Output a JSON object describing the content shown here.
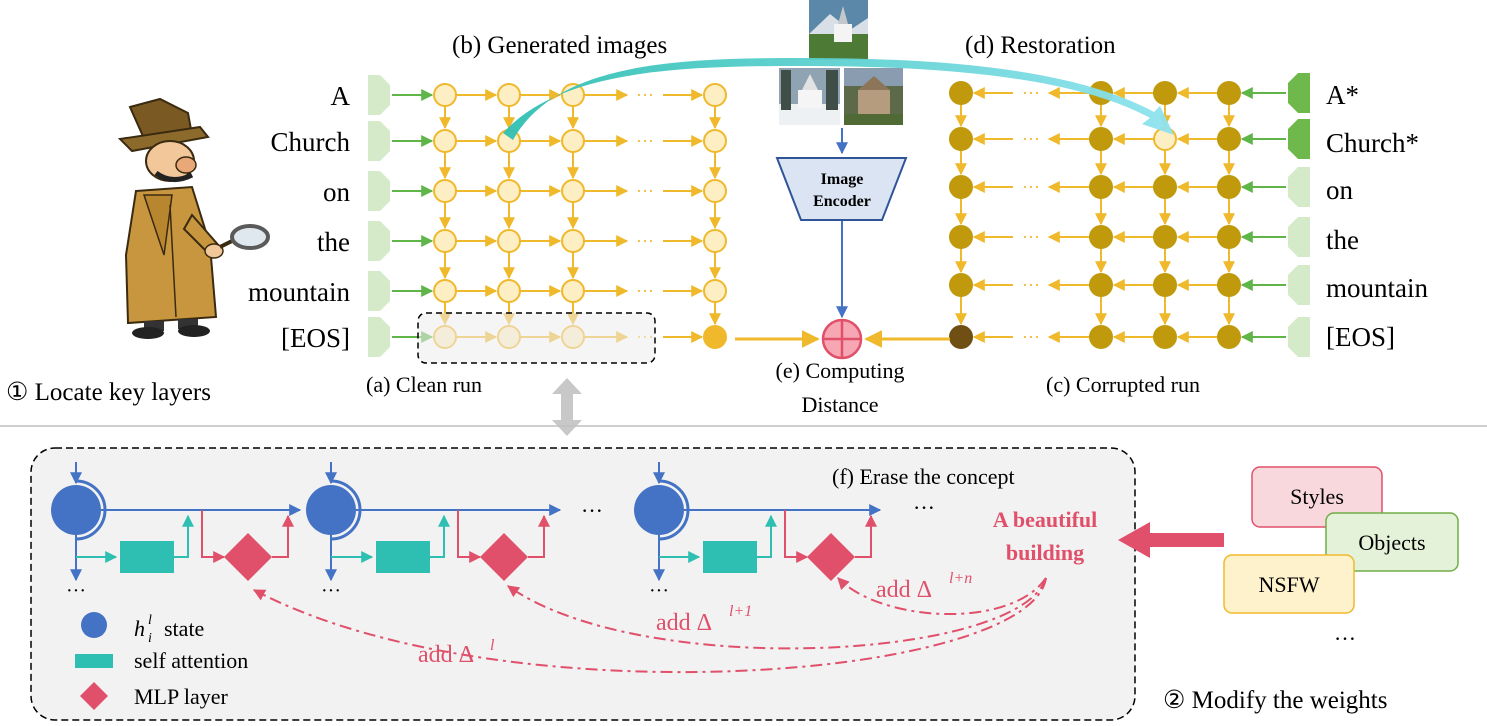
{
  "section1_title": "① Locate key layers",
  "section2_title": "② Modify the weights",
  "tokens_clean": [
    "A",
    "Church",
    "on",
    "the",
    "mountain",
    "[EOS]"
  ],
  "tokens_corrupted": [
    "A*",
    "Church*",
    "on",
    "the",
    "mountain",
    "[EOS]"
  ],
  "labels": {
    "generated": "(b) Generated images",
    "restoration": "(d) Restoration",
    "clean_run": "(a) Clean run",
    "corrupted_run": "(c) Corrupted  run",
    "computing_line1": "(e) Computing",
    "computing_line2": "Distance",
    "encoder_line1": "Image",
    "encoder_line2": "Encoder",
    "ellipsis": "···",
    "erase": "(f) Erase the concept",
    "concept_line1": "A beautiful",
    "concept_line2": "building"
  },
  "legend": {
    "state_math": "h",
    "state_sup": "l",
    "state_sub": "i",
    "state_text": "state",
    "attention": "self attention",
    "mlp": "MLP layer"
  },
  "deltas": {
    "prefix": "add Δ",
    "d1_sup": "l",
    "d2_sup": "l+1",
    "d3_sup": "l+n"
  },
  "categories": [
    "Styles",
    "Objects",
    "NSFW"
  ],
  "categories_more": "…",
  "colors": {
    "clean_node_fill": "#fdeec4",
    "clean_node_stroke": "#f0b92c",
    "corrupt_node_fill": "#c09a0c",
    "eos_dark": "#6f4f13",
    "green_arrow": "#5fb548",
    "token_tab": "#d5eac8",
    "token_tab_dark": "#6fb84c",
    "blue_node": "#4472c4",
    "teal": "#2fbfb2",
    "mlp_red": "#e0506a",
    "encoder_fill": "#dbe4f3",
    "encoder_stroke": "#2f5597",
    "panel_fill": "#f2f2f2"
  },
  "icons": [
    "detective-figure",
    "church-photo-1",
    "church-photo-2",
    "church-photo-3",
    "distance-plus-icon",
    "double-vertical-arrow-icon"
  ]
}
